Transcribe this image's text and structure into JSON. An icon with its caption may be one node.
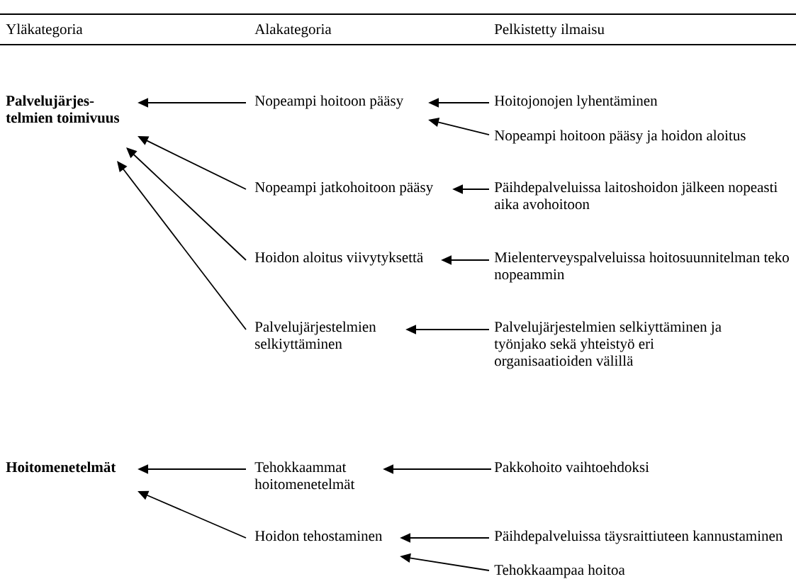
{
  "diagram": {
    "nodes": [
      {
        "text": [
          "Palvelujärjes- telmien toimivuus"
        ]
      },
      {
        "text": [
          "Nopeampi hoitoon pääsy"
        ]
      },
      {
        "text": [
          "Hoitojonojen lyhentäminen"
        ]
      },
      {
        "text": [
          "Nopeampi hoitoon pääsy ja hoidon aloitus"
        ]
      },
      {
        "text": [
          "Nopeampi jatkohoitoon pääsy"
        ]
      },
      {
        "text": [
          "Päihdepalveluissa laitoshoidon jälkeen nopeasti aika avohoitoon"
        ]
      },
      {
        "text": [
          "Hoidon aloitus viivytyksettä"
        ]
      },
      {
        "text": [
          "Mielenterveyspalveluissa hoitosuunnitelman teko nopeammin"
        ]
      },
      {
        "text": [
          "Palvelujärjestelmien selkiyttäminen"
        ]
      },
      {
        "text": [
          "Palvelujärjestelmien selkiyttäminen ja työnjako sekä yhteistyö eri organisaatioiden välillä"
        ]
      },
      {
        "text": [
          "Hoitomenetelmät"
        ]
      },
      {
        "text": [
          "Tehokkaammat hoitomenetelmät"
        ]
      },
      {
        "text": [
          "Pakkohoito vaihtoehdoksi"
        ]
      },
      {
        "text": [
          "Hoidon tehostaminen"
        ]
      },
      {
        "text": [
          "Päihdepalveluissa täysraittiuteen kannustaminen"
        ]
      },
      {
        "text": [
          "Tehokkaampaa hoitoa"
        ]
      }
    ],
    "edges": [
      {
        "from": 1,
        "to": 0,
        "arrow": "to"
      },
      {
        "from": 2,
        "to": 1,
        "arrow": "to"
      },
      {
        "from": 3,
        "to": 1,
        "arrow": "to"
      },
      {
        "from": 4,
        "to": 0,
        "arrow": "to"
      },
      {
        "from": 5,
        "to": 4,
        "arrow": "to"
      },
      {
        "from": 6,
        "to": 0,
        "arrow": "to"
      },
      {
        "from": 7,
        "to": 6,
        "arrow": "to"
      },
      {
        "from": 8,
        "to": 0,
        "arrow": "to"
      },
      {
        "from": 9,
        "to": 8,
        "arrow": "to"
      },
      {
        "from": 11,
        "to": 10,
        "arrow": "to"
      },
      {
        "from": 12,
        "to": 11,
        "arrow": "to"
      },
      {
        "from": 13,
        "to": 10,
        "arrow": "to"
      },
      {
        "from": 14,
        "to": 13,
        "arrow": "to"
      },
      {
        "from": 15,
        "to": 13,
        "arrow": "to"
      }
    ],
    "labels": [
      "Yläkategoria",
      "Alakategoria",
      "Pelkistetty ilmaisu"
    ]
  }
}
